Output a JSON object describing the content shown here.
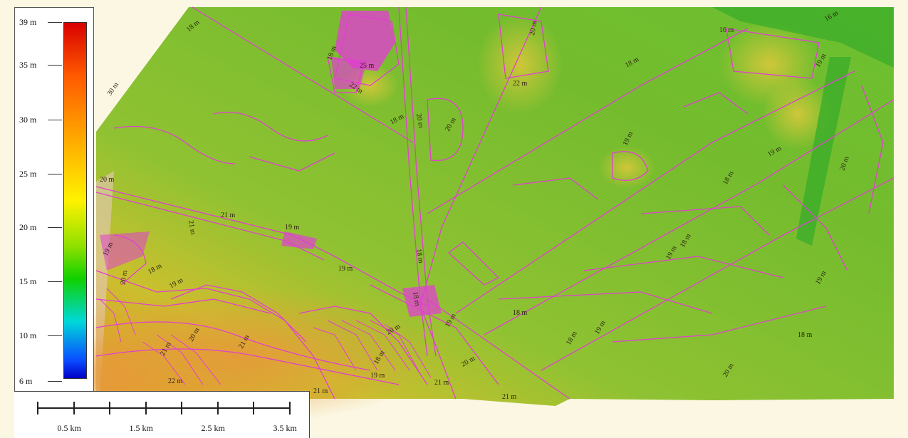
{
  "legend": {
    "labels": [
      "39 m",
      "35 m",
      "30 m",
      "25 m",
      "20 m",
      "15 m",
      "10 m",
      "6 m"
    ],
    "min_elevation_m": 6,
    "max_elevation_m": 39,
    "colors": [
      "#d80000",
      "#ff5a00",
      "#ffb300",
      "#fff200",
      "#8ee000",
      "#10d000",
      "#00d8d8",
      "#0a4cff",
      "#0000c8"
    ]
  },
  "scale_bar": {
    "labels": [
      "0.5 km",
      "1.5 km",
      "2.5 km",
      "3.5 km"
    ],
    "tick_count": 8
  },
  "contour_labels": [
    "16 m",
    "18 m",
    "30 m",
    "18 m",
    "22 m",
    "25 m",
    "20 m",
    "20 m",
    "18 m",
    "20 m",
    "22 m",
    "18 m",
    "19 m",
    "16 m",
    "19 m",
    "18 m",
    "19 m",
    "20 m",
    "20 m",
    "21 m",
    "19 m",
    "21 m",
    "19 m",
    "18 m",
    "19 m",
    "18 m",
    "20 m",
    "19 m",
    "18 m",
    "21 m",
    "18 m",
    "19 m",
    "20 m",
    "19 m",
    "18 m",
    "19 m",
    "18 m",
    "18 m",
    "19 m",
    "20 m",
    "21 m",
    "20 m",
    "22 m",
    "21 m",
    "18 m",
    "20 m",
    "21 m",
    "19 m",
    "21 m"
  ],
  "colors": {
    "contour": "#e040d0",
    "terrain_low": "#5cb830",
    "terrain_mid": "#b7cf2e",
    "terrain_high": "#e8a62a",
    "background": "#fbf7e2"
  }
}
